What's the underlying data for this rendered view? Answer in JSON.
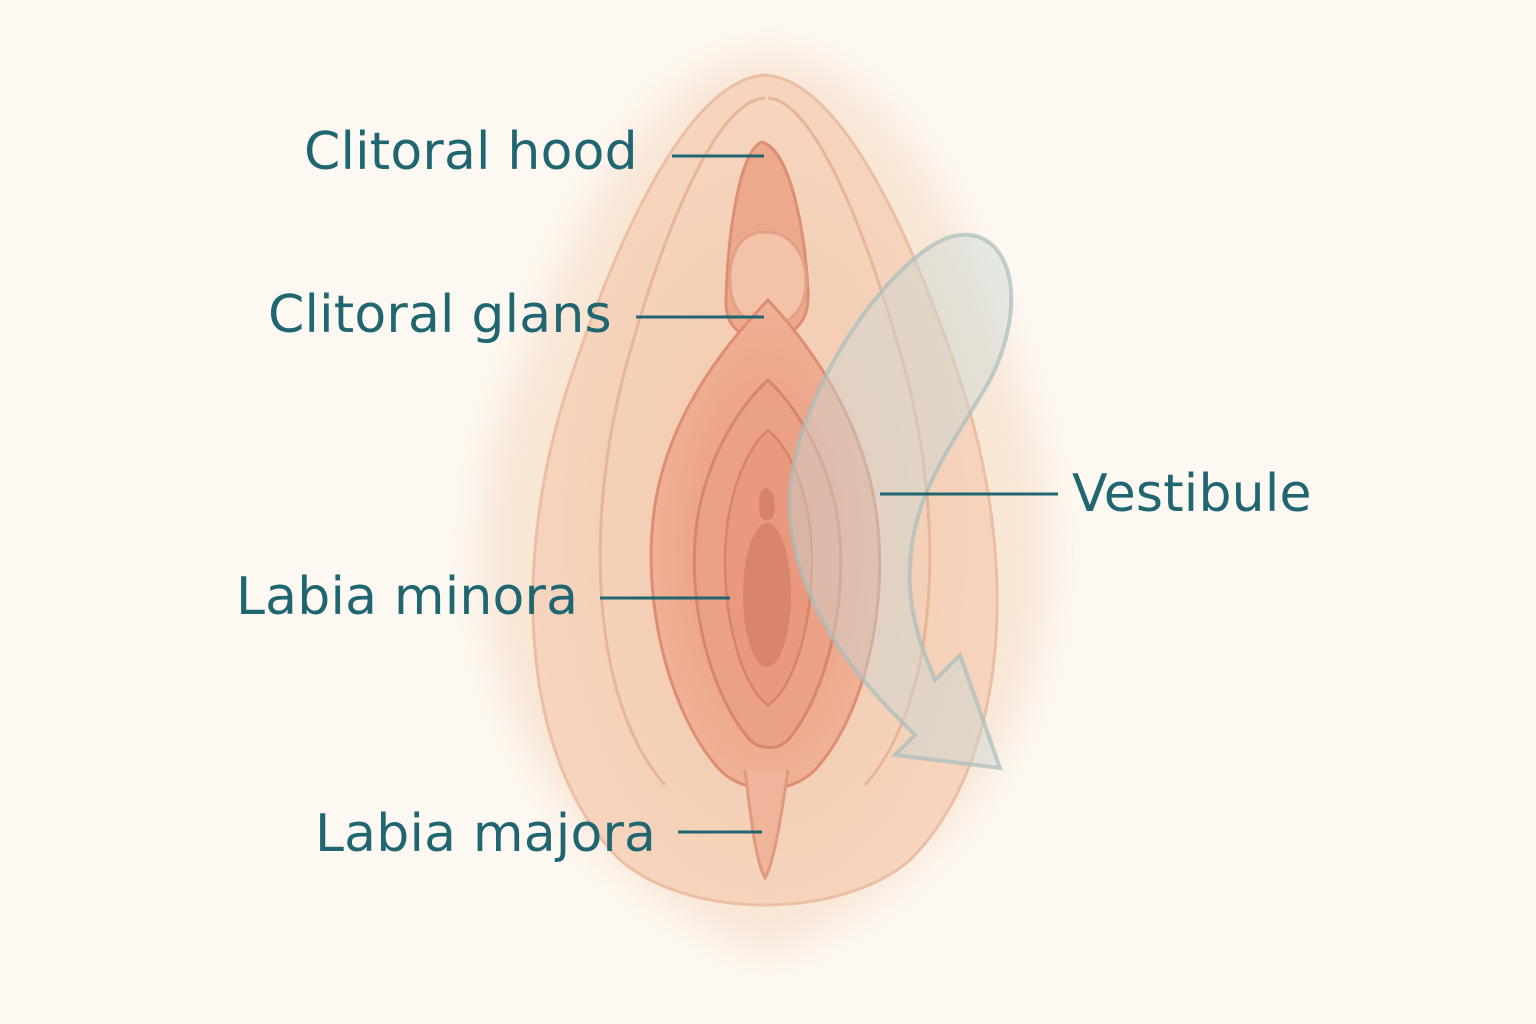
{
  "diagram": {
    "labels": {
      "clitoral_hood": "Clitoral hood",
      "clitoral_glans": "Clitoral glans",
      "vestibule": "Vestibule",
      "labia_minora": "Labia minora",
      "labia_majora": "Labia majora"
    },
    "colors": {
      "background": "#fdf8f1",
      "label_text": "#1f6670",
      "leader_line": "#1f6670",
      "outer_glow": "#f8e3d2",
      "labia_majora_fill": "#f5d0b7",
      "labia_majora_stroke": "#e7b497",
      "labia_minora_fill": "#eeab90",
      "labia_minora_stroke": "#de8e72",
      "vestibule_fill": "#e8997e",
      "opening_fill": "#d9826a",
      "arrow_fill": "#c9d6d4",
      "arrow_stroke": "#a9bdba"
    }
  }
}
